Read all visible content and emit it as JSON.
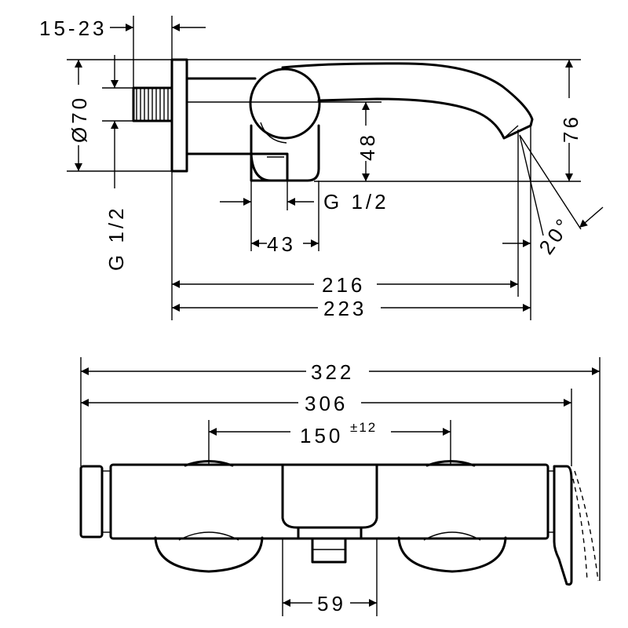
{
  "top_view": {
    "dim_15_23": "15-23",
    "dim_dia70": "Ø70",
    "dim_g12_left": "G 1/2",
    "dim_48": "48",
    "dim_g12_bottom": "G 1/2",
    "dim_43": "43",
    "dim_76": "76",
    "dim_20deg": "20°",
    "dim_216": "216",
    "dim_223": "223"
  },
  "front_view": {
    "dim_322": "322",
    "dim_306": "306",
    "dim_150": "150",
    "dim_150_tol": "±12",
    "dim_59": "59"
  }
}
